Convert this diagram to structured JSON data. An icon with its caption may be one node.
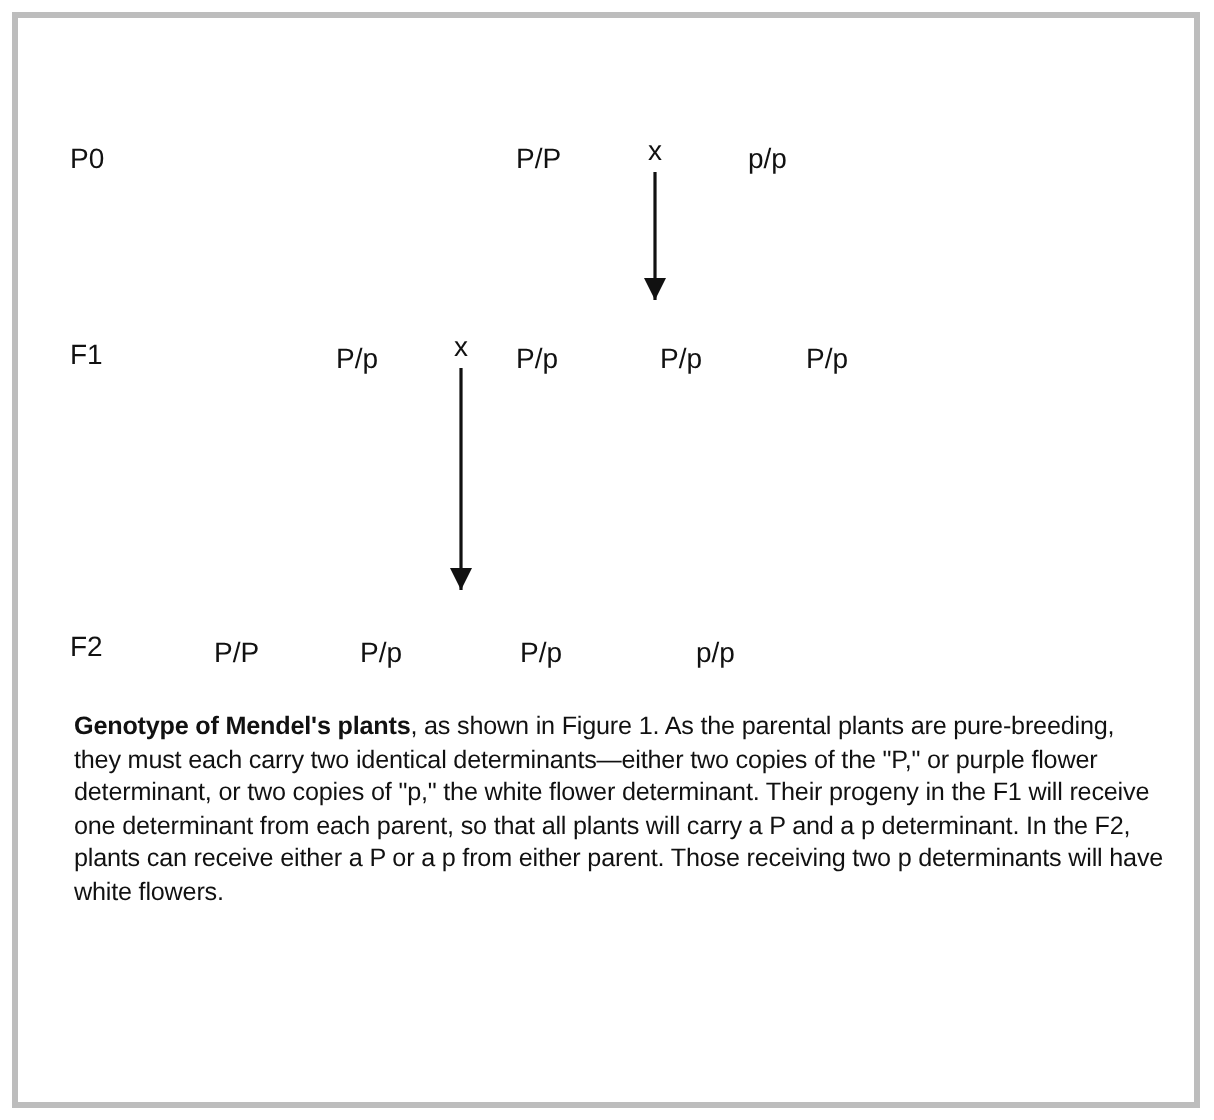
{
  "diagram": {
    "caption": "**Genotype of Mendel's plants**, as shown in Figure 1. As the parental plants are pure-breeding, they must each carry two identical determinants—either two copies of the \"P,\" or purple flower determinant, or two copies of \"p,\" the white flower determinant. Their progeny in the F1 will receive one determinant from each parent, so that all plants will carry a P and a p determinant. In the F2, plants can receive either a P or a p from either parent. Those receiving two p determinants will have white flowers.",
    "nodes": [
      {
        "text": [
          "x"
        ]
      },
      {
        "text": [
          "x"
        ]
      }
    ],
    "edges": [
      {
        "from": 0,
        "to": null,
        "arrow": "to"
      },
      {
        "from": 1,
        "to": null,
        "arrow": "to"
      }
    ],
    "labels": [
      "P0",
      "P/P",
      "p/p",
      "F1",
      "P/p",
      "P/p",
      "P/p",
      "P/p",
      "F2",
      "P/P",
      "P/p",
      "P/p",
      "p/p"
    ]
  }
}
